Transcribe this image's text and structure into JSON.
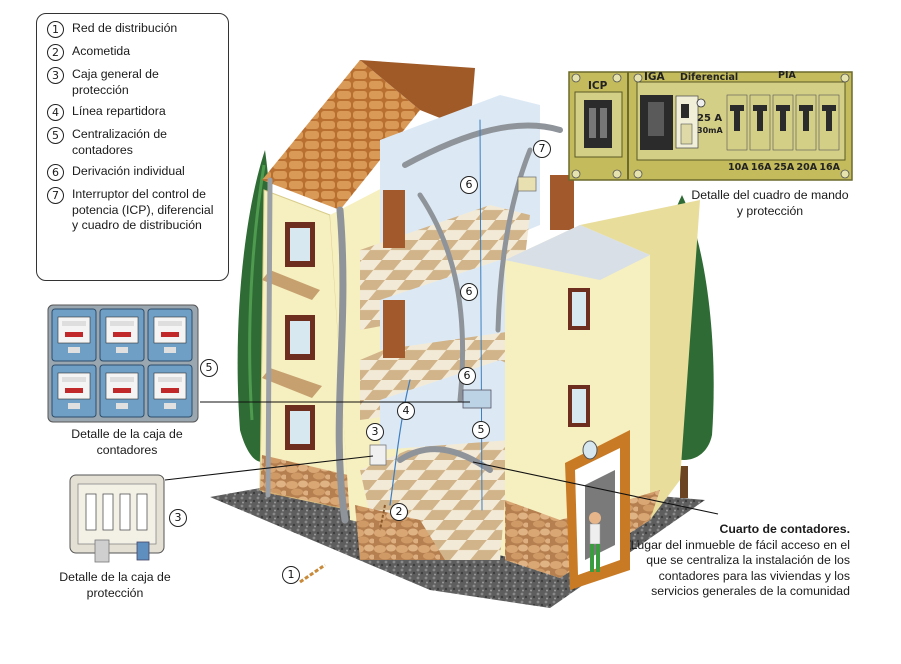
{
  "legend": {
    "items": [
      {
        "number": "1",
        "label": "Red de distribución"
      },
      {
        "number": "2",
        "label": "Acometida"
      },
      {
        "number": "3",
        "label": "Caja general de protección"
      },
      {
        "number": "4",
        "label": "Línea repartidora"
      },
      {
        "number": "5",
        "label": "Centralización de contadores"
      },
      {
        "number": "6",
        "label": "Derivación individual"
      },
      {
        "number": "7",
        "label": "Interruptor del control de potencia (ICP), diferencial y cuadro de distribución"
      }
    ]
  },
  "captions": {
    "meter_box": "Detalle de la caja de contadores",
    "protection_box": "Detalle de la caja de protección",
    "control_panel": "Detalle del cuadro de mando y protección"
  },
  "callout": {
    "title": "Cuarto de contadores.",
    "body": "Lugar del inmueble de fácil acceso en el que se centraliza la instalación de los contadores para las viviendas y los servicios generales de la comunidad"
  },
  "badges": {
    "n1": "1",
    "n2": "2",
    "n3a": "3",
    "n3b": "3",
    "n4": "4",
    "n5a": "5",
    "n5b": "5",
    "n6a": "6",
    "n6b": "6",
    "n6c": "6",
    "n7": "7"
  },
  "panel": {
    "icp": "ICP",
    "iga": "IGA",
    "diferencial": "Diferencial",
    "pia": "PIA",
    "diff_rating": "25 A",
    "diff_sensitivity": "30mA",
    "breaker_ratings": [
      "10A",
      "16A",
      "25A",
      "20A",
      "16A"
    ]
  },
  "colors": {
    "wall_cream": "#f6efbf",
    "wall_shade": "#e9dd9c",
    "roof_tile": "#c9843f",
    "stone": "#c99a66",
    "floor_tile": "#dcc7a2",
    "panel_olive": "#c3bb5c",
    "cable_gray": "#8f949a",
    "cypress_green": "#2f6b34",
    "ground_gray": "#5b5b5b",
    "meter_blue": "#6f9fc4"
  }
}
